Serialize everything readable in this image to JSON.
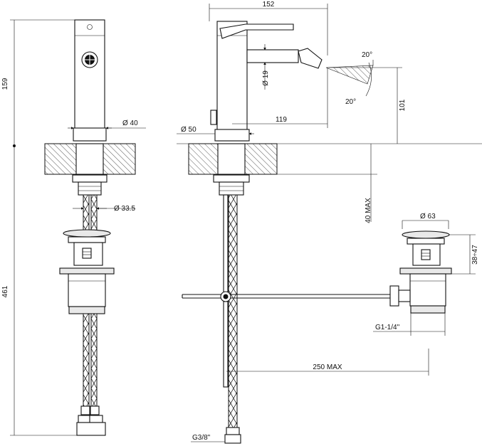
{
  "drawing": {
    "front_view": {
      "height_spout": "159",
      "body_diameter": "Ø 40",
      "hose_diameter": "Ø 33.5",
      "total_height": "461"
    },
    "side_view": {
      "overall_length": "152",
      "lever_diameter": "Ø 19",
      "spray_angle_top": "20°",
      "spray_angle_bottom": "20°",
      "base_diameter": "Ø 50",
      "spout_reach": "119",
      "outlet_height": "101",
      "deck_thickness": "40 MAX",
      "rod_length": "250 MAX",
      "inlet_thread": "G3/8\""
    },
    "waste_view": {
      "cap_diameter": "Ø 63",
      "range": "38÷47",
      "thread": "G1-1/4\""
    }
  }
}
